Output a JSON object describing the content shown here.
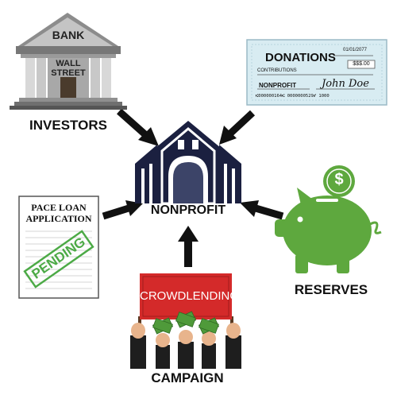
{
  "colors": {
    "arrow": "#111111",
    "nonprofit_building": "#1b2040",
    "piggy_green": "#5ea83e",
    "banner_red": "#d42a2a",
    "money_green": "#4f9a3a",
    "check_bg": "#d8ecf2",
    "stamp_green": "#4caa46"
  },
  "nodes": {
    "center": {
      "label": "NONPROFIT",
      "icon": "church-building-icon"
    },
    "investors": {
      "label": "INVESTORS",
      "icon": "bank-building-icon",
      "sign_top": "BANK",
      "sign_door_1": "WALL",
      "sign_door_2": "STREET"
    },
    "donations": {
      "icon": "check-icon",
      "title": "DONATIONS",
      "date": "01/01/2077",
      "amount": "$$$.00",
      "memo": "CONTRIBUTIONS",
      "payee": "NONPROFIT",
      "signature": "John Doe",
      "micr": "⑆000000164⑆ 0000000529⑈ 1000"
    },
    "loan": {
      "icon": "document-icon",
      "title_1": "PACE LOAN",
      "title_2": "APPLICATION",
      "stamp": "PENDING"
    },
    "reserves": {
      "label": "RESERVES",
      "icon": "piggy-bank-icon",
      "coin_symbol": "$"
    },
    "campaign": {
      "label": "CAMPAIGN",
      "icon": "crowd-hands-money-icon",
      "banner": "CROWDLENDING"
    }
  }
}
